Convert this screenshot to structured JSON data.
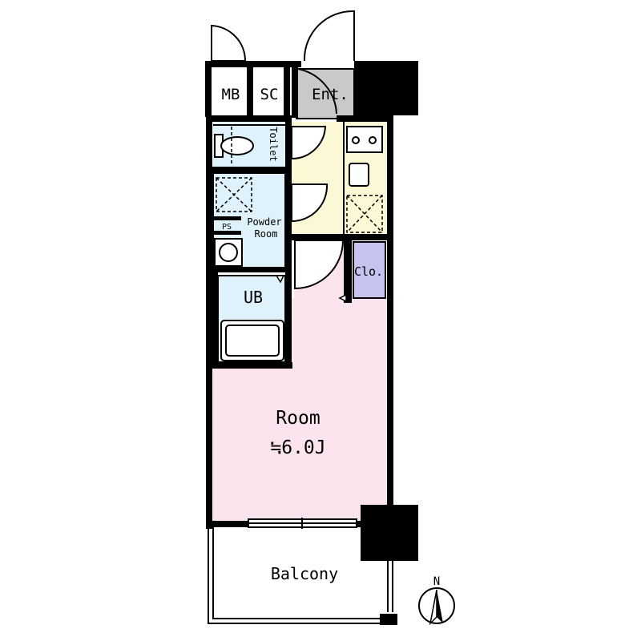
{
  "labels": {
    "mb": "MB",
    "sc": "SC",
    "ent": "Ent.",
    "toilet": "Toilet",
    "powder_room_line1": "Powder",
    "powder_room_line2": "Room",
    "ps": "PS",
    "ub": "UB",
    "clo": "Clo.",
    "room": "Room",
    "room_area": "≒6.0J",
    "balcony": "Balcony",
    "north": "N"
  },
  "colors": {
    "room": "#fce4ee",
    "wet_area": "#dff1fb",
    "kitchen_corridor": "#fbf8d6",
    "closet": "#c6c3ee",
    "entrance": "#c9c9c9",
    "wall": "#000000"
  },
  "icons": [
    "door-swing-icon",
    "stove-icon",
    "sink-icon",
    "toilet-icon",
    "washbasin-icon",
    "bathtub-icon",
    "compass-icon"
  ]
}
